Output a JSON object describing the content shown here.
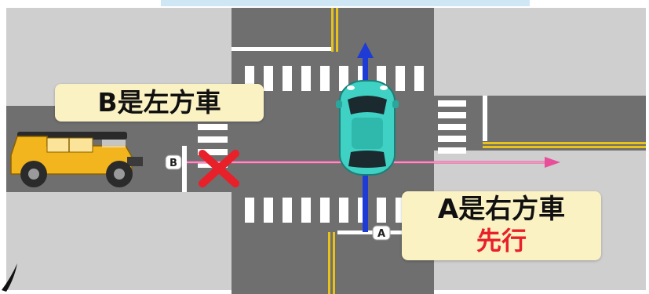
{
  "labels": {
    "b_box": "B是左方車",
    "a_box_line1": "A是右方車",
    "a_box_line2": "先行",
    "tag_a": "A",
    "tag_b": "B"
  },
  "icons": {
    "vehicle_a": "teal-car-icon",
    "vehicle_b": "yellow-jeep-icon",
    "not_allowed": "red-x-icon"
  },
  "colors": {
    "road": "#6f6f6f",
    "sidewalk": "#cfcfcf",
    "path_a": "#1e3bd6",
    "path_b": "#e84f9a",
    "car_a": "#3fd1c4",
    "car_b": "#f2b51d",
    "cross": "#e8202a",
    "label_bg": "#fbf2c4",
    "highlight_text": "#e8202a"
  }
}
